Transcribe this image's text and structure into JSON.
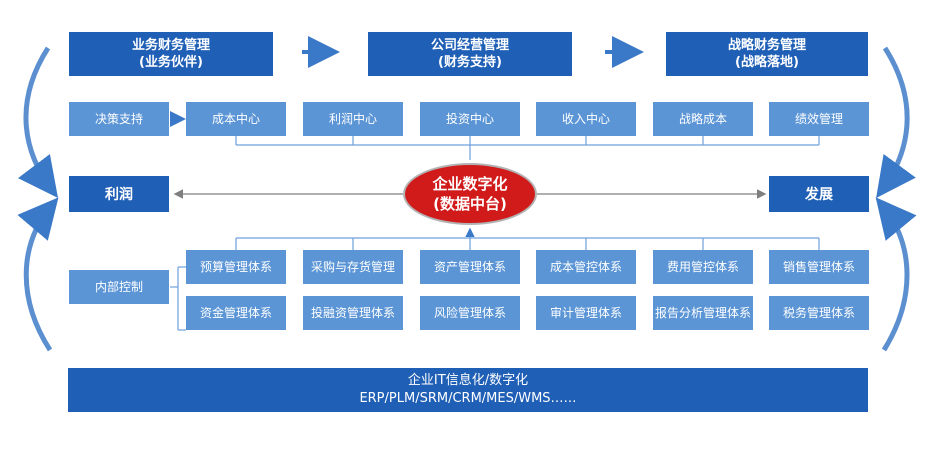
{
  "top": [
    {
      "line1": "业务财务管理",
      "line2": "(业务伙伴)"
    },
    {
      "line1": "公司经营管理",
      "line2": "(财务支持)"
    },
    {
      "line1": "战略财务管理",
      "line2": "(战略落地)"
    }
  ],
  "decision": "决策支持",
  "centers": [
    "成本中心",
    "利润中心",
    "投资中心",
    "收入中心",
    "战略成本",
    "绩效管理"
  ],
  "profit": "利润",
  "development": "发展",
  "core": {
    "line1": "企业数字化",
    "line2": "(数据中台)"
  },
  "internal_control": "内部控制",
  "systems_row1": [
    "预算管理体系",
    "采购与存货管理",
    "资产管理体系",
    "成本管控体系",
    "费用管控体系",
    "销售管理体系"
  ],
  "systems_row2": [
    "资金管理体系",
    "投融资管理体系",
    "风险管理体系",
    "审计管理体系",
    "报告分析管理体系",
    "税务管理体系"
  ],
  "it": {
    "line1": "企业IT信息化/数字化",
    "line2": "ERP/PLM/SRM/CRM/MES/WMS……"
  }
}
